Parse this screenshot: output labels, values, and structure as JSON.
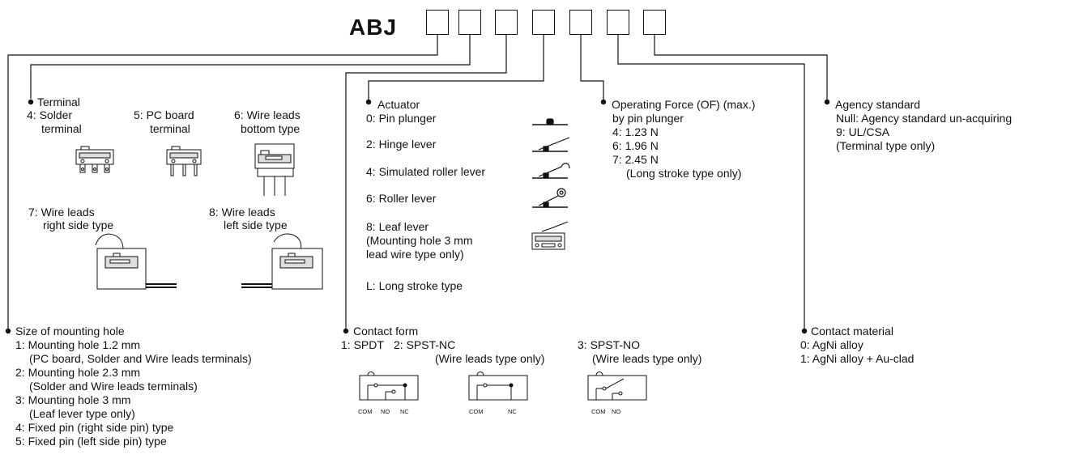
{
  "code": {
    "prefix": "ABJ",
    "box_count": 7
  },
  "terminal": {
    "title": "Terminal",
    "opt4_line1": "4: Solder",
    "opt4_line2": "terminal",
    "opt5_line1": "5: PC board",
    "opt5_line2": "terminal",
    "opt6_line1": "6: Wire leads",
    "opt6_line2": "bottom type",
    "opt7_line1": "7: Wire leads",
    "opt7_line2": "right side type",
    "opt8_line1": "8: Wire leads",
    "opt8_line2": "left side type"
  },
  "actuator": {
    "title": "Actuator",
    "opt0": "0: Pin plunger",
    "opt2": "2: Hinge lever",
    "opt4": "4: Simulated roller lever",
    "opt6": "6: Roller lever",
    "opt8_line1": "8: Leaf lever",
    "opt8_line2": "(Mounting hole 3 mm",
    "opt8_line3": "lead wire type only)",
    "optL": "L: Long stroke type"
  },
  "operating_force": {
    "title": "Operating Force (OF) (max.)",
    "subtitle": "by pin plunger",
    "opt4": "4: 1.23 N",
    "opt6": "6: 1.96 N",
    "opt7": "7: 2.45 N",
    "note": "(Long stroke type only)"
  },
  "agency": {
    "title": "Agency standard",
    "null_opt": "Null: Agency standard un-acquiring",
    "opt9": "9: UL/CSA",
    "note": "(Terminal type only)"
  },
  "mounting_hole": {
    "title": "Size of mounting hole",
    "opt1": "1: Mounting hole 1.2 mm",
    "opt1_note": "(PC board, Solder and Wire leads terminals)",
    "opt2": "2: Mounting hole 2.3 mm",
    "opt2_note": "(Solder and Wire leads terminals)",
    "opt3": "3: Mounting hole 3 mm",
    "opt3_note": "(Leaf lever type only)",
    "opt4": "4: Fixed pin (right side pin) type",
    "opt5": "5: Fixed pin (left side pin) type"
  },
  "contact_form": {
    "title": "Contact form",
    "opt1": "1: SPDT",
    "opt2": "2: SPST-NC",
    "opt2_note": "(Wire leads type only)",
    "opt3": "3: SPST-NO",
    "opt3_note": "(Wire leads type only)",
    "com": "COM",
    "no": "NO",
    "nc": "NC"
  },
  "contact_material": {
    "title": "Contact material",
    "opt0": "0: AgNi alloy",
    "opt1": "1: AgNi alloy + Au-clad"
  }
}
